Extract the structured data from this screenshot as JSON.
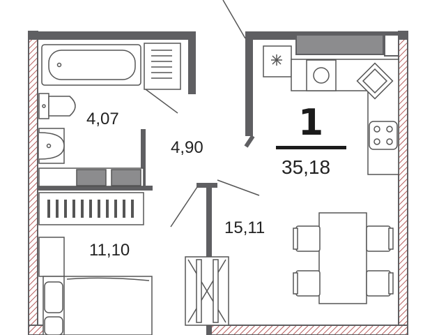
{
  "plan": {
    "room_count": "1",
    "total_area": "35,18",
    "rooms": {
      "bathroom_area": "4,07",
      "hallway_area": "4,90",
      "kitchen_living_area": "15,11",
      "bedroom_area": "11,10"
    },
    "colors": {
      "wall": "#5f5f62",
      "fixture_stroke": "#555555",
      "wall_hatch": "#b35a5a",
      "window_fill": "#8c8c8e",
      "text": "#222222"
    }
  }
}
